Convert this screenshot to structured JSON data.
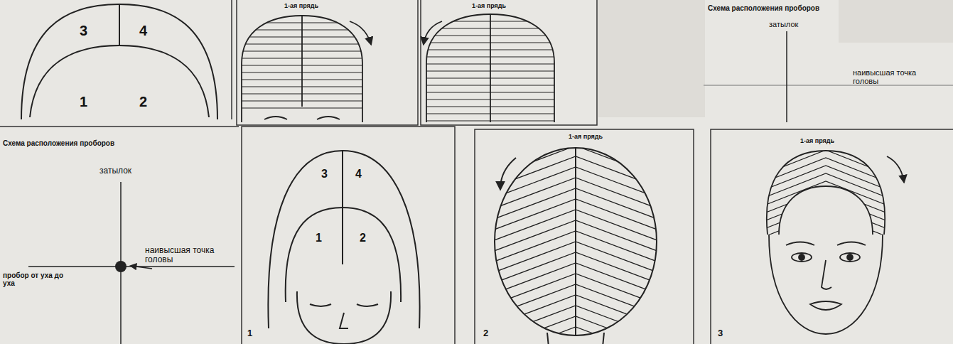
{
  "diagram": {
    "labels": [
      "3",
      "4",
      "1",
      "2",
      "1-ая прядь",
      "1-ая прядь",
      "Схема расположения проборов",
      "затылок",
      "наивысшая точка головы",
      "Схема расположения проборов",
      "затылок",
      "наивысшая точка головы",
      "пробор от уха до уха",
      "3",
      "4",
      "1",
      "2",
      "1",
      "1-ая прядь",
      "2",
      "1-ая прядь",
      "3"
    ]
  }
}
